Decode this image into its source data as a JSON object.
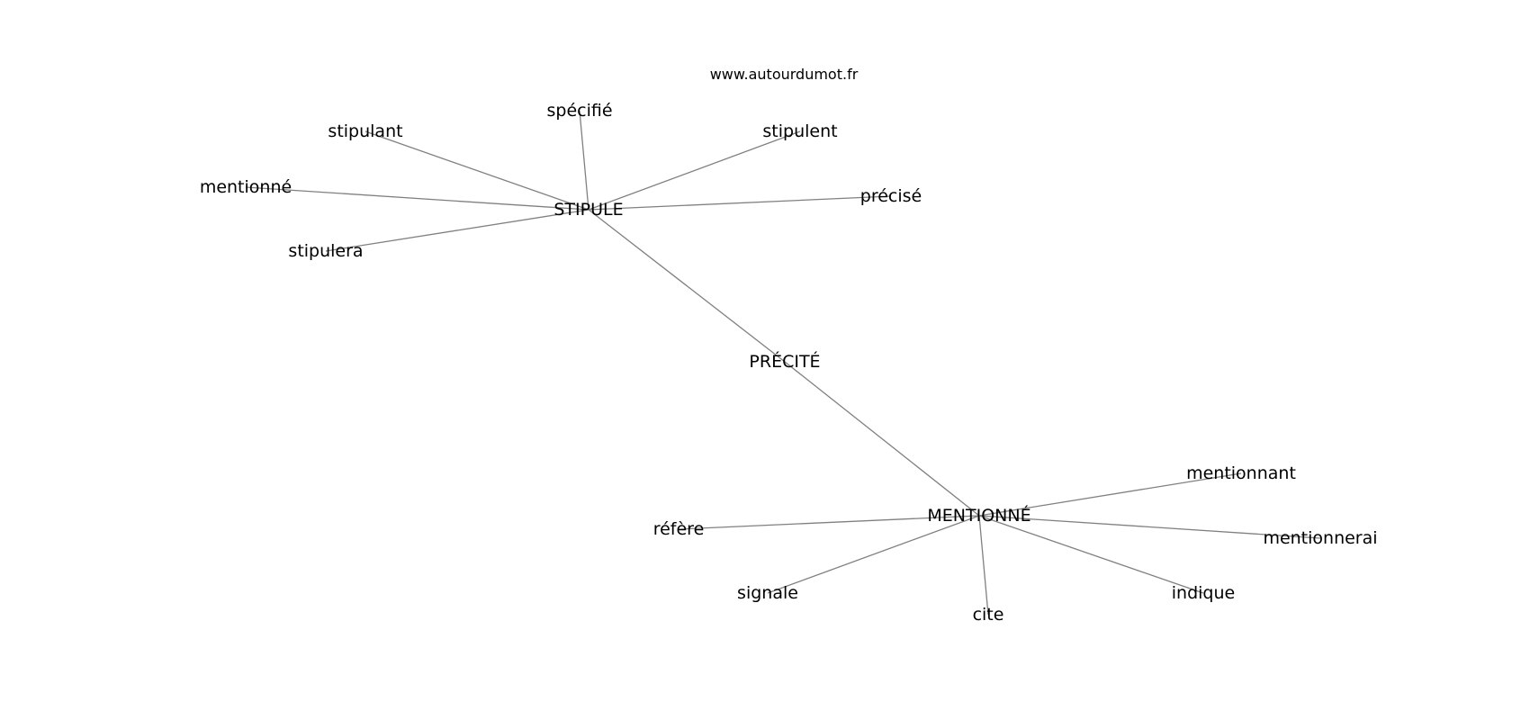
{
  "credit": "www.autourdumot.fr",
  "colors": {
    "edge": "#808080",
    "text": "#000000",
    "background": "#ffffff"
  },
  "nodes": [
    {
      "id": "precite",
      "label": "PRÉCITÉ"
    },
    {
      "id": "stipule",
      "label": "STIPULE"
    },
    {
      "id": "mentionne_hub",
      "label": "MENTIONNÉ"
    },
    {
      "id": "specifie",
      "label": "spécifié"
    },
    {
      "id": "stipulant",
      "label": "stipulant"
    },
    {
      "id": "stipulent",
      "label": "stipulent"
    },
    {
      "id": "mentionne",
      "label": "mentionné"
    },
    {
      "id": "precise",
      "label": "précisé"
    },
    {
      "id": "stipulera",
      "label": "stipulera"
    },
    {
      "id": "mentionnant",
      "label": "mentionnant"
    },
    {
      "id": "refere",
      "label": "réfère"
    },
    {
      "id": "mentionnerai",
      "label": "mentionnerai"
    },
    {
      "id": "signale",
      "label": "signale"
    },
    {
      "id": "indique",
      "label": "indique"
    },
    {
      "id": "cite",
      "label": "cite"
    }
  ],
  "edges": [
    [
      "stipule",
      "precite"
    ],
    [
      "precite",
      "mentionne_hub"
    ],
    [
      "stipule",
      "specifie"
    ],
    [
      "stipule",
      "stipulant"
    ],
    [
      "stipule",
      "stipulent"
    ],
    [
      "stipule",
      "mentionne"
    ],
    [
      "stipule",
      "precise"
    ],
    [
      "stipule",
      "stipulera"
    ],
    [
      "mentionne_hub",
      "mentionnant"
    ],
    [
      "mentionne_hub",
      "refere"
    ],
    [
      "mentionne_hub",
      "mentionnerai"
    ],
    [
      "mentionne_hub",
      "signale"
    ],
    [
      "mentionne_hub",
      "indique"
    ],
    [
      "mentionne_hub",
      "cite"
    ]
  ]
}
